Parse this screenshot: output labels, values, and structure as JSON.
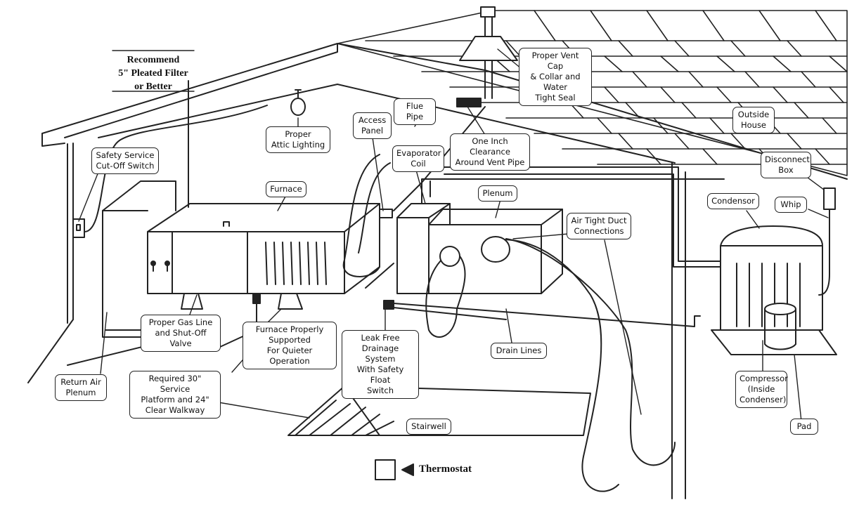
{
  "labels": {
    "recommend": "Recommend\n5\" Pleated Filter\nor Better",
    "vent_cap": "Proper Vent Cap\n& Collar and Water\nTight Seal",
    "attic_lighting": "Proper\nAttic Lighting",
    "flue_pipe": "Flue Pipe",
    "access_panel": "Access\nPanel",
    "one_inch_clearance": "One Inch Clearance\nAround Vent Pipe",
    "outside_house": "Outside\nHouse",
    "safety_switch": "Safety Service\nCut-Off Switch",
    "evaporator_coil": "Evaporator\nCoil",
    "disconnect_box": "Disconnect\nBox",
    "furnace": "Furnace",
    "plenum": "Plenum",
    "condensor": "Condensor",
    "whip": "Whip",
    "air_tight_duct": "Air Tight Duct\nConnections",
    "gas_line": "Proper Gas Line\nand Shut-Off Valve",
    "furnace_supported": "Furnace Properly\nSupported\nFor Quieter Operation",
    "leak_free": "Leak Free\nDrainage System\nWith Safety Float\nSwitch",
    "drain_lines": "Drain Lines",
    "return_air": "Return Air\nPlenum",
    "service_platform": "Required 30\" Service\nPlatform and 24\"\nClear Walkway",
    "compressor": "Compressor\n(Inside\nCondenser)",
    "stairwell": "Stairwell",
    "pad": "Pad",
    "thermostat": "Thermostat"
  },
  "colors": {
    "line": "#222222",
    "background": "#ffffff"
  }
}
